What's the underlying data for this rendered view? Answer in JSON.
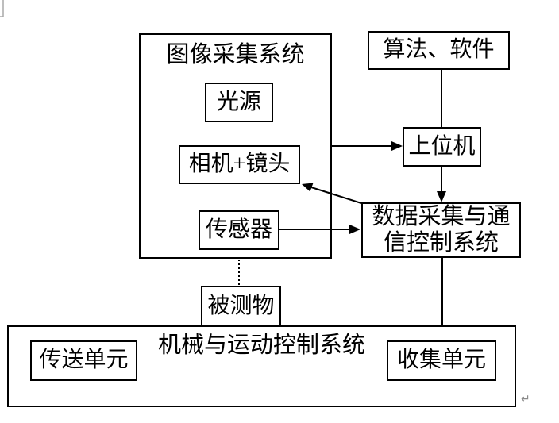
{
  "diagram": {
    "image_system": {
      "title": "图像采集系统",
      "light_source": "光源",
      "camera_lens": "相机+镜头",
      "sensor": "传感器"
    },
    "algorithm_software": "算法、软件",
    "host_computer": "上位机",
    "data_comm_system": {
      "line1": "数据采集与通",
      "line2": "信控制系统"
    },
    "measured_object": "被测物",
    "mechanical_system": {
      "title": "机械与运动控制系统",
      "transfer_unit": "传送单元",
      "collection_unit": "收集单元"
    },
    "return_mark": "↵"
  },
  "colors": {
    "line": "#000000",
    "box_border": "#000000",
    "text": "#000000",
    "crop_mark": "#a8a8a8",
    "return_mark": "#8a8a8a"
  },
  "connections": [
    {
      "from": "algorithm-software",
      "to": "host-computer",
      "style": "line"
    },
    {
      "from": "image-acquisition-system",
      "to": "host-computer",
      "style": "arrow"
    },
    {
      "from": "host-computer",
      "to": "data-comm-system",
      "style": "arrow"
    },
    {
      "from": "data-comm-system",
      "to": "camera-lens",
      "style": "arrow"
    },
    {
      "from": "sensor",
      "to": "data-comm-system",
      "style": "arrow"
    },
    {
      "from": "image-acquisition-system",
      "to": "measured-object",
      "style": "dotted-line"
    },
    {
      "from": "data-comm-system",
      "to": "mechanical-system",
      "style": "line"
    }
  ]
}
